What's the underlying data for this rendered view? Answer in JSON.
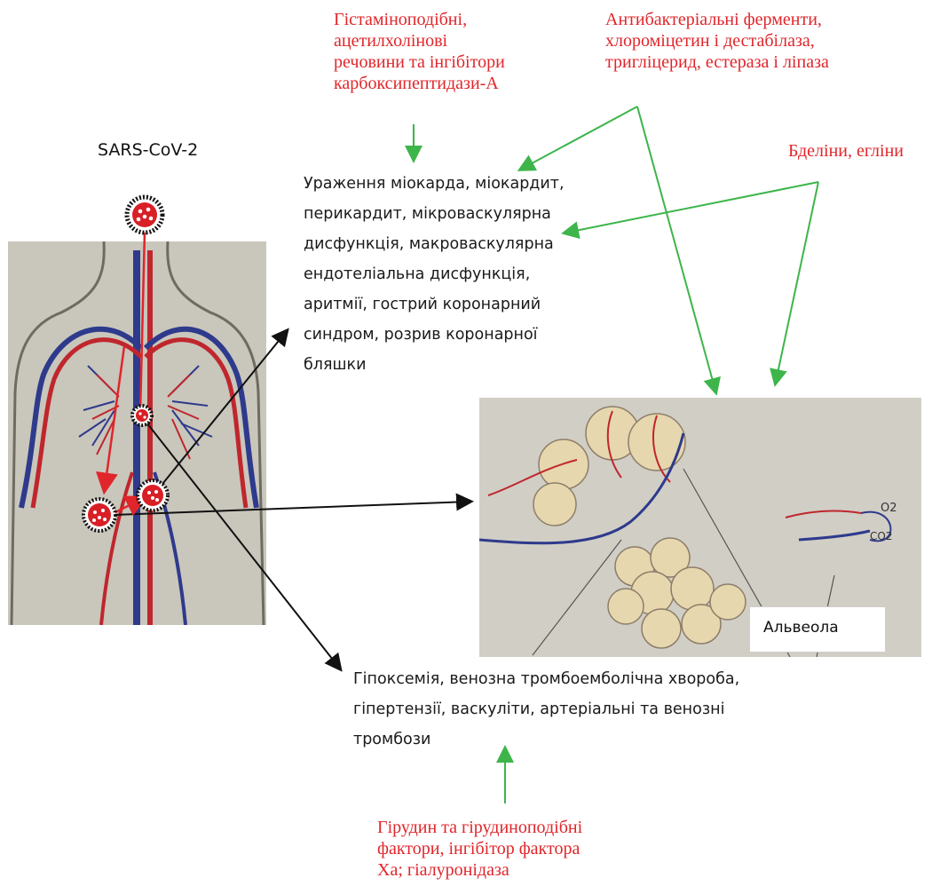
{
  "virus_label": "SARS-CoV-2",
  "red_labels": {
    "histamine": "Гістаміноподібні,\nацетилхолінові\nречовини та інгібітори\nкарбоксипептидази-А",
    "enzymes": "Антибактеріальні ферменти,\nхлороміцетин і дестабілаза,\nтригліцерид, естераза і ліпаза",
    "bdellins": "Бделіни, егліни",
    "hirudin": "Гірудин та гірудиноподібні\nфактори, інгібітор фактора\nXa; гіалуронідаза"
  },
  "effects": {
    "cardiac": "Ураження міокарда, міокардит,\nперикардит, мікроваскулярна\nдисфункція, макроваскулярна\nендотеліальна дисфункція,\nаритмії, гострий коронарний\nсиндром, розрив коронарної\nбляшки",
    "vascular": "Гіпоксемія, венозна тромбоемболічна хвороба,\nгіпертензії, васкуліти, артеріальні та венозні\nтромбози"
  },
  "alveola": {
    "label": "Альвеола",
    "o2_label": "O2",
    "co2_label": "CO2"
  },
  "colors": {
    "red_text": "#e0262b",
    "green_arrow": "#3db54a",
    "black_arrow": "#111111",
    "vein_blue": "#2e3a8c",
    "artery_red": "#c0262d"
  }
}
